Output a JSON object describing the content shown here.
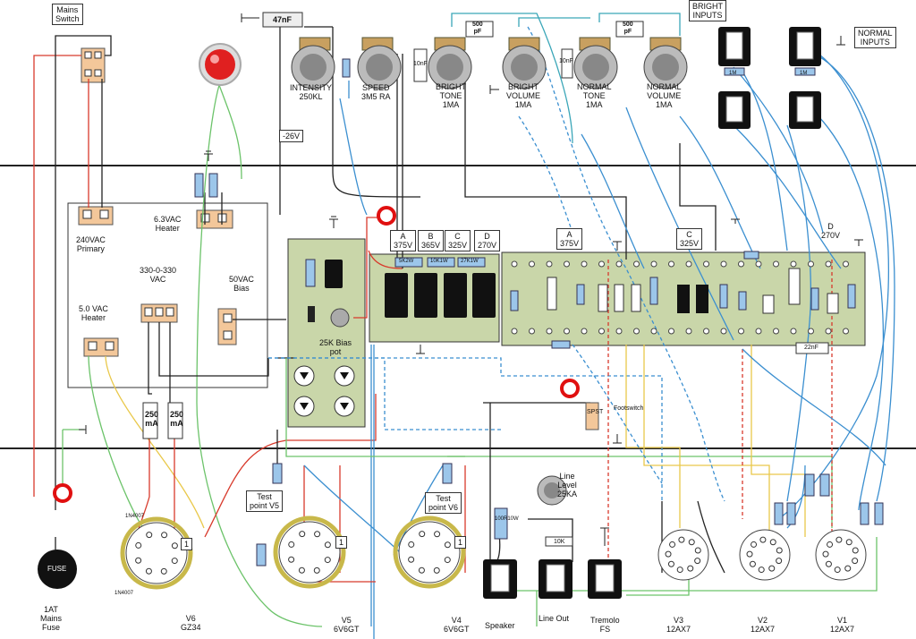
{
  "labels": {
    "mains_switch": "Mains\nSwitch",
    "primary": "240VAC\nPrimary",
    "heater63": "6.3VAC\nHeater",
    "hv": "330-0-330\nVAC",
    "heater5": "5.0 VAC\nHeater",
    "bias50": "50VAC\nBias",
    "bias_pot": "25K Bias\npot",
    "neg26": "-26V",
    "cap47": "47nF",
    "intensity": "INTENSITY\n250KL",
    "speed": "SPEED\n3M5 RA",
    "bright_tone": "BRIGHT\nTONE\n1MA",
    "bright_volume": "BRIGHT\nVOLUME\n1MA",
    "normal_tone": "NORMAL\nTONE\n1MA",
    "normal_volume": "NORMAL\nVOLUME\n1MA",
    "cap500a": "500\npF",
    "cap500b": "500\npF",
    "cap10a": "10nF",
    "cap10b": "10nF",
    "bright_inputs": "BRIGHT\nINPUTS",
    "normal_inputs": "NORMAL\nINPUTS",
    "sA": "A\n375V",
    "sB": "B\n365V",
    "sC": "C\n325V",
    "sD": "D\n270V",
    "sA2": "A\n375V",
    "sC2": "C\n325V",
    "sD2": "D\n270V",
    "res5k2": "5K2W",
    "res10k": "10K1W",
    "res27k": "27K1W",
    "cap22n": "22nF",
    "footswitch": "Footswitch",
    "spst": "SPST",
    "line_level": "Line\nLevel\n25KA",
    "res10k_small": "10K",
    "res100r": "100R10W",
    "tp5": "Test\npoint V5",
    "tp6": "Test\npoint V6",
    "fuse_text": "FUSE",
    "fuse_label": "1AT\nMains\nFuse",
    "fuse250a": "250\nmA",
    "fuse250b": "250\nmA",
    "diode_a": "1N4007",
    "diode_b": "1N4007",
    "v6": "V6\nGZ34",
    "v5": "V5\n6V6GT",
    "v4": "V4\n6V6GT",
    "speaker": "Speaker",
    "line_out": "Line Out",
    "tremolo": "Tremolo\nFS",
    "v3": "V3\n12AX7",
    "v2": "V2\n12AX7",
    "v1": "V1\n12AX7",
    "pin1a": "1",
    "pin1b": "1",
    "pin1c": "1",
    "res1m_a": "1M",
    "res1m_b": "1M"
  },
  "colors": {
    "board": "#c9d6a9",
    "terminal": "#f3c79a",
    "wire_red": "#d83a2c",
    "wire_blue": "#3b8fd0",
    "wire_green": "#6cc36a",
    "wire_black": "#222222",
    "wire_yellow": "#e9c84a",
    "wire_cyan": "#3aa6b8"
  },
  "icons": [
    "pilot-lamp-icon",
    "potentiometer-icon",
    "input-jack-icon",
    "output-jack-icon",
    "valve-socket-icon",
    "fuse-holder-icon",
    "capacitor-icon",
    "resistor-icon",
    "diode-icon",
    "ground-icon"
  ]
}
